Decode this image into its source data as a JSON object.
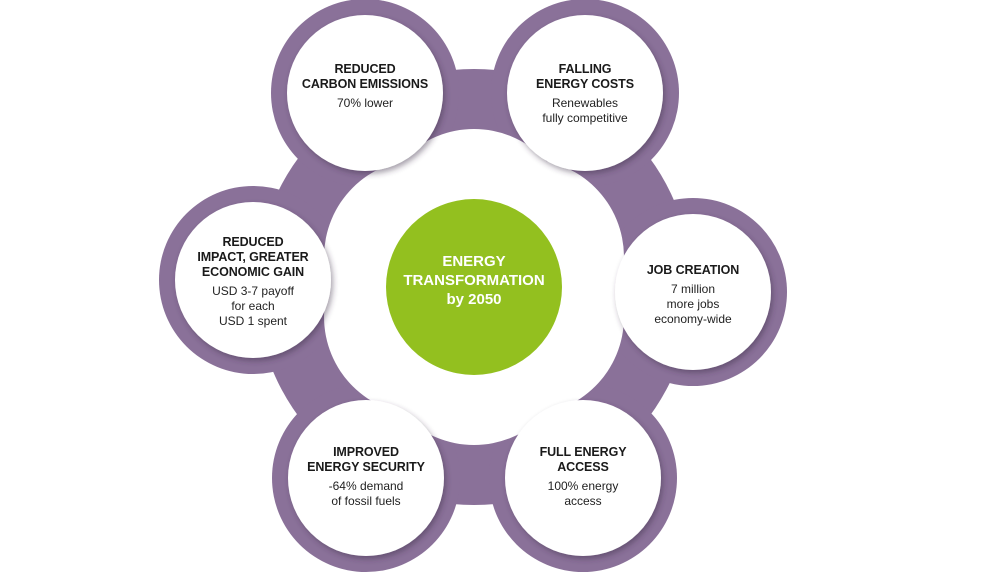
{
  "colors": {
    "ring": "#8a7199",
    "ring_shadow": "#6d5a7a",
    "node_fill": "#ffffff",
    "center_fill": "#93c01f",
    "text": "#1a1a1a",
    "center_text": "#ffffff"
  },
  "center": {
    "lines": [
      "ENERGY",
      "TRANSFORMATION",
      "by 2050"
    ]
  },
  "nodes": [
    {
      "id": "reduced-carbon-emissions",
      "title_lines": [
        "REDUCED",
        "CARBON EMISSIONS"
      ],
      "desc_lines": [
        "70% lower"
      ]
    },
    {
      "id": "falling-energy-costs",
      "title_lines": [
        "FALLING",
        "ENERGY COSTS"
      ],
      "desc_lines": [
        "Renewables",
        "fully competitive"
      ]
    },
    {
      "id": "job-creation",
      "title_lines": [
        "JOB CREATION"
      ],
      "desc_lines": [
        "7 million",
        "more jobs",
        "economy-wide"
      ]
    },
    {
      "id": "full-energy-access",
      "title_lines": [
        "FULL ENERGY",
        "ACCESS"
      ],
      "desc_lines": [
        "100% energy",
        "access"
      ]
    },
    {
      "id": "improved-energy-security",
      "title_lines": [
        "IMPROVED",
        "ENERGY SECURITY"
      ],
      "desc_lines": [
        "-64% demand",
        "of fossil fuels"
      ]
    },
    {
      "id": "reduced-impact-greater-economic-gain",
      "title_lines": [
        "REDUCED",
        "IMPACT, GREATER",
        "ECONOMIC GAIN"
      ],
      "desc_lines": [
        "USD 3-7 payoff",
        "for each",
        "USD 1 spent"
      ]
    }
  ]
}
